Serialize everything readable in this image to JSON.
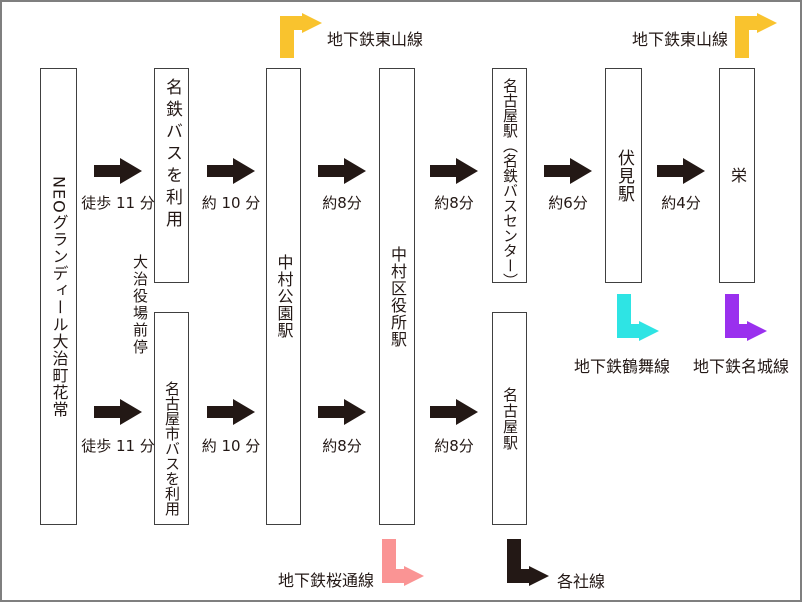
{
  "stations": {
    "origin": "NEOグランディール大治町花常",
    "meitetsu_bus": "名鉄バスを利用",
    "city_bus": "名古屋市バスを利用",
    "oharu_yakuba_mae": "大治役場前停",
    "nakamura_koen": "中村公園駅",
    "nakamura_kuyakusho": "中村区役所駅",
    "nagoya_buscenter": "名古屋駅（名鉄バスセンター）",
    "nagoya": "名古屋駅",
    "fushimi": "伏見駅",
    "sakae": "栄"
  },
  "segments_top": [
    "徒歩 11 分",
    "約 10 分",
    "約8分",
    "約8分",
    "約6分",
    "約4分"
  ],
  "segments_bottom": [
    "徒歩 11 分",
    "約 10 分",
    "約8分",
    "約8分"
  ],
  "line_labels": {
    "higashiyama": "地下鉄東山線",
    "tsurumai": "地下鉄鶴舞線",
    "meijo": "地下鉄名城線",
    "sakuradori": "地下鉄桜通線",
    "other_lines": "各社線"
  },
  "colors": {
    "arrow": "#231815",
    "higashiyama_line": "#f9c32e",
    "tsurumai_line": "#2ee4e4",
    "meijo_line": "#9a30ee",
    "sakuradori_line": "#fa9494",
    "other_lines": "#231815"
  }
}
